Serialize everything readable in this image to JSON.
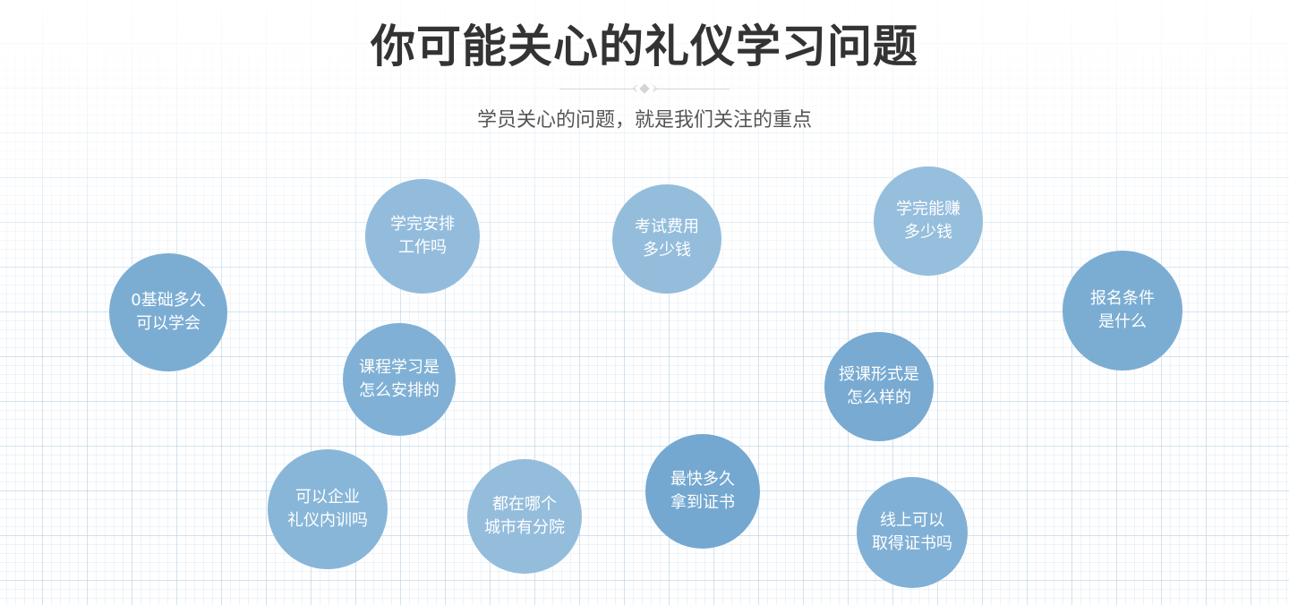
{
  "header": {
    "title": "你可能关心的礼仪学习问题",
    "subtitle": "学员关心的问题，就是我们关注的重点",
    "divider_icon": "diamond-ornament-icon"
  },
  "colors": {
    "title": "#333333",
    "subtitle": "#555555",
    "bubble_light": "#93bcdc",
    "bubble_mid": "#85b3d7",
    "bubble_deep": "#77a9d1",
    "bubble_text": "#ffffff",
    "grid_line": "#b0cce2"
  },
  "bubbles": [
    {
      "id": "zero-basis",
      "line1": "0基础多久",
      "line2": "可以学会"
    },
    {
      "id": "job-placement",
      "line1": "学完安排",
      "line2": "工作吗"
    },
    {
      "id": "exam-fee",
      "line1": "考试费用",
      "line2": "多少钱"
    },
    {
      "id": "earnings",
      "line1": "学完能赚",
      "line2": "多少钱"
    },
    {
      "id": "enroll-requirements",
      "line1": "报名条件",
      "line2": "是什么"
    },
    {
      "id": "course-schedule",
      "line1": "课程学习是",
      "line2": "怎么安排的"
    },
    {
      "id": "teaching-format",
      "line1": "授课形式是",
      "line2": "怎么样的"
    },
    {
      "id": "corporate-training",
      "line1": "可以企业",
      "line2": "礼仪内训吗"
    },
    {
      "id": "branch-cities",
      "line1": "都在哪个",
      "line2": "城市有分院"
    },
    {
      "id": "fastest-certificate",
      "line1": "最快多久",
      "line2": "拿到证书"
    },
    {
      "id": "online-certificate",
      "line1": "线上可以",
      "line2": "取得证书吗"
    }
  ]
}
